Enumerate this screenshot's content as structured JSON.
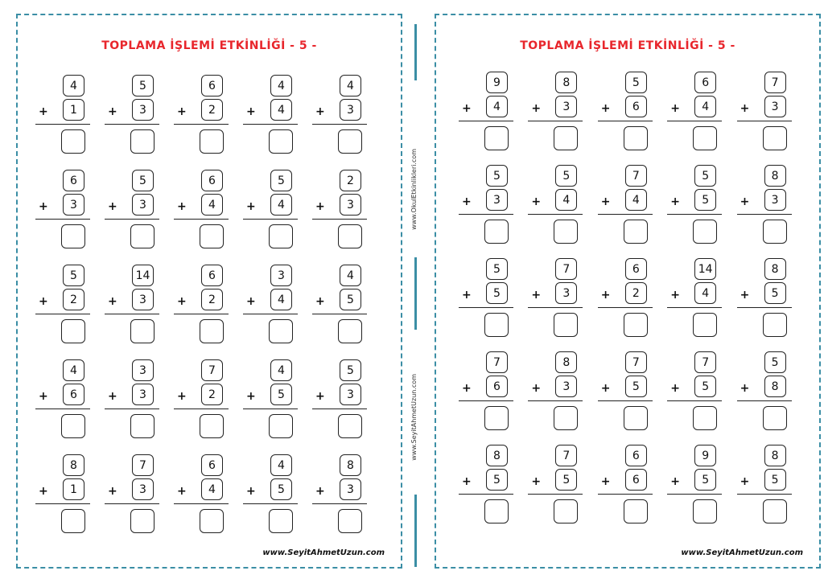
{
  "left_sheet": {
    "title": "TOPLAMA İŞLEMİ ETKİNLİĞİ - 5 -",
    "footer": "www.SeyitAhmetUzun.com",
    "problems": [
      {
        "a": "4",
        "b": "1"
      },
      {
        "a": "5",
        "b": "3"
      },
      {
        "a": "6",
        "b": "2"
      },
      {
        "a": "4",
        "b": "4"
      },
      {
        "a": "4",
        "b": "3"
      },
      {
        "a": "6",
        "b": "3"
      },
      {
        "a": "5",
        "b": "3"
      },
      {
        "a": "6",
        "b": "4"
      },
      {
        "a": "5",
        "b": "4"
      },
      {
        "a": "2",
        "b": "3"
      },
      {
        "a": "5",
        "b": "2"
      },
      {
        "a": "14",
        "b": "3"
      },
      {
        "a": "6",
        "b": "2"
      },
      {
        "a": "3",
        "b": "4"
      },
      {
        "a": "4",
        "b": "5"
      },
      {
        "a": "4",
        "b": "6"
      },
      {
        "a": "3",
        "b": "3"
      },
      {
        "a": "7",
        "b": "2"
      },
      {
        "a": "4",
        "b": "5"
      },
      {
        "a": "5",
        "b": "3"
      },
      {
        "a": "8",
        "b": "1"
      },
      {
        "a": "7",
        "b": "3"
      },
      {
        "a": "6",
        "b": "4"
      },
      {
        "a": "4",
        "b": "5"
      },
      {
        "a": "8",
        "b": "3"
      }
    ]
  },
  "right_sheet": {
    "title": "TOPLAMA İŞLEMİ ETKİNLİĞİ - 5 -",
    "footer": "www.SeyitAhmetUzun.com",
    "problems": [
      {
        "a": "9",
        "b": "4"
      },
      {
        "a": "8",
        "b": "3"
      },
      {
        "a": "5",
        "b": "6"
      },
      {
        "a": "6",
        "b": "4"
      },
      {
        "a": "7",
        "b": "3"
      },
      {
        "a": "5",
        "b": "3"
      },
      {
        "a": "5",
        "b": "4"
      },
      {
        "a": "7",
        "b": "4"
      },
      {
        "a": "5",
        "b": "5"
      },
      {
        "a": "8",
        "b": "3"
      },
      {
        "a": "5",
        "b": "5"
      },
      {
        "a": "7",
        "b": "3"
      },
      {
        "a": "6",
        "b": "2"
      },
      {
        "a": "14",
        "b": "4"
      },
      {
        "a": "8",
        "b": "5"
      },
      {
        "a": "7",
        "b": "6"
      },
      {
        "a": "8",
        "b": "3"
      },
      {
        "a": "7",
        "b": "5"
      },
      {
        "a": "7",
        "b": "5"
      },
      {
        "a": "5",
        "b": "8"
      },
      {
        "a": "8",
        "b": "5"
      },
      {
        "a": "7",
        "b": "5"
      },
      {
        "a": "6",
        "b": "6"
      },
      {
        "a": "9",
        "b": "5"
      },
      {
        "a": "8",
        "b": "5"
      }
    ]
  },
  "operator": "+",
  "side_text_top": "www.OkulEtkinlikleri.com",
  "side_text_bottom": "www.SeyitAhmetUzun.com",
  "colors": {
    "title": "#e8262c",
    "border": "#3b8ea5"
  }
}
